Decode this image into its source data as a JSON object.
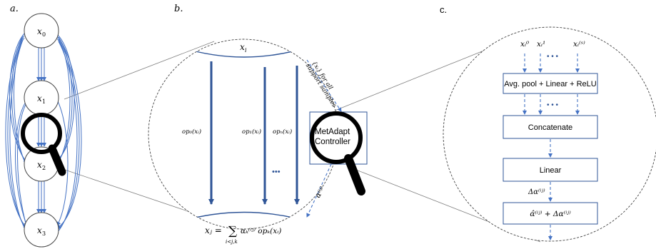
{
  "panels": {
    "a": {
      "label": "a."
    },
    "b": {
      "label": "b."
    },
    "c": {
      "label": "c."
    }
  },
  "panel_a": {
    "nodes": [
      {
        "base": "x",
        "sub": "0"
      },
      {
        "base": "x",
        "sub": "1"
      },
      {
        "base": "x",
        "sub": "2"
      },
      {
        "base": "x",
        "sub": "3"
      }
    ]
  },
  "panel_b": {
    "top_node": {
      "base": "x",
      "sub": "i"
    },
    "ops": [
      "op₀(xᵢ)",
      "op₁(xᵢ)",
      "opₙ(xᵢ)"
    ],
    "ellipsis": "•••",
    "support_text_line1": "{xᵢ} for all",
    "support_text_line2": "support samples",
    "controller_line1": "MetAdapt",
    "controller_line2": "Controller",
    "alpha_label": "α⁽ⁱʲ⁾",
    "bottom_lhs": "xⱼ =",
    "bottom_sum": "∑",
    "bottom_sum_sub": "i<j,k",
    "bottom_rhs": "αₖ⁽ⁱʲ⁾ opₖ(xᵢ)"
  },
  "panel_c": {
    "inputs": [
      "xᵢ⁰",
      "xᵢ¹",
      "xᵢ⁽ˢ⁾"
    ],
    "input_ellipsis": "• • •",
    "mid_ellipsis": "• • •",
    "box1": "Avg. pool + Linear + ReLU",
    "box2": "Concatenate",
    "box3": "Linear",
    "delta_label": "Δα⁽ⁱʲ⁾",
    "box4": "α̂⁽ⁱʲ⁾ + Δα⁽ⁱʲ⁾"
  },
  "colors": {
    "edge_blue": "#4472c4",
    "arrow_blue": "#2f5597",
    "outline": "#444444",
    "guide_line": "#7f7f7f"
  }
}
